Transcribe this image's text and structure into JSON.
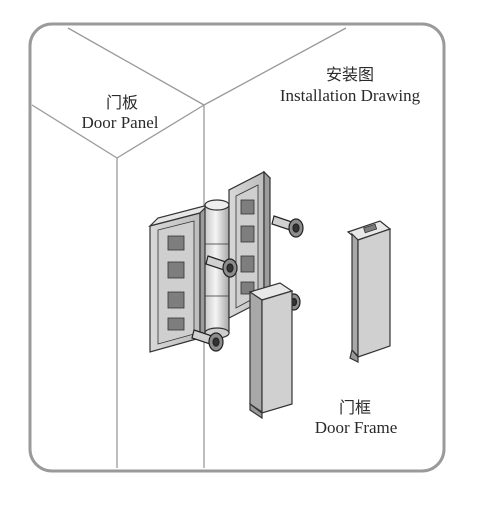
{
  "labels": {
    "door_panel_zh": "门板",
    "door_panel_en": "Door Panel",
    "install_zh": "安装图",
    "install_en": "Installation Drawing",
    "door_frame_zh": "门框",
    "door_frame_en": "Door Frame"
  }
}
